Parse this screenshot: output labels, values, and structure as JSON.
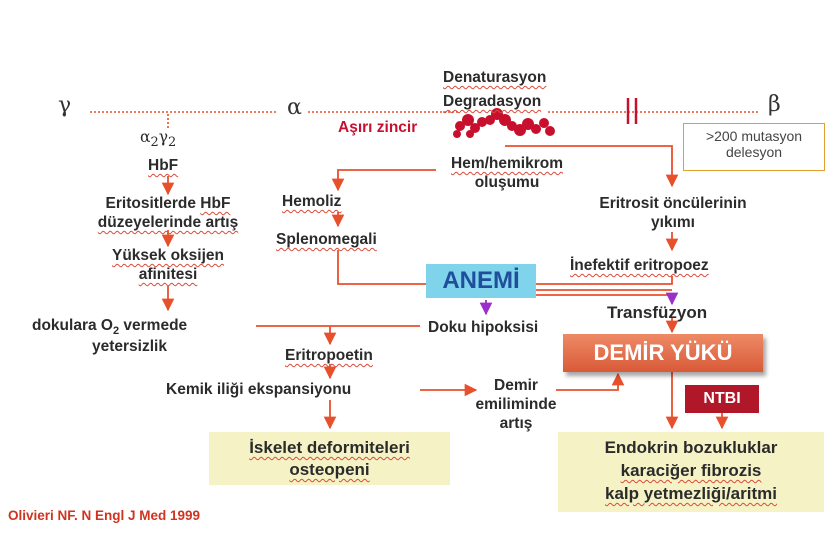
{
  "greek": {
    "gamma": "γ",
    "alpha": "α",
    "beta": "β"
  },
  "labels": {
    "denaturasyon": "Denaturasyon",
    "degradasyon": "Degradasyon",
    "asiri_zincir": "Aşırı zincir",
    "a2g2_a": "α",
    "a2g2_sub1": "2",
    "a2g2_g": "γ",
    "a2g2_sub2": "2",
    "hbf": "HbF",
    "hem_hemikrom": "Hem/hemikrom",
    "olusumu": "oluşumu",
    "mutasyon_1": ">200 mutasyon",
    "mutasyon_2": "delesyon",
    "eritrosit_hbf_1": "Eritositlerde HbF",
    "eritrosit_hbf_2": "düzeyelerinde artış",
    "yuksek_1": "Yüksek oksijen",
    "yuksek_2": "afinitesi",
    "hemoliz": "Hemoliz",
    "splenomegali": "Splenomegali",
    "eritrosit_oncu_1": "Eritrosit öncülerinin",
    "eritrosit_oncu_2": "yıkımı",
    "inefektif": "İnefektif eritropoez",
    "anemi": "ANEMİ",
    "transfuzyon": "Transfüzyon",
    "dokulara_1a": "dokulara O",
    "dokulara_sub": "2",
    "dokulara_1b": " vermede",
    "dokulara_2": "yetersizlik",
    "doku_hipoksisi": "Doku hipoksisi",
    "demir_yuku": "DEMİR YÜKÜ",
    "eritropoetin": "Eritropoetin",
    "kemik": "Kemik iliği  ekspansiyonu",
    "demir_emilim_1": "Demir",
    "demir_emilim_2": "emiliminde",
    "demir_emilim_3": "artış",
    "ntbi": "NTBI",
    "iskelet_1": "İskelet deformiteleri",
    "iskelet_2": "osteopeni",
    "endo_1": "Endokrin bozukluklar",
    "endo_2": "karaciğer fibrozis",
    "endo_3": "kalp yetmezliği/aritmi",
    "citation": "Olivieri  NF. N Engl J Med 1999"
  },
  "colors": {
    "arrow": "#e8502c",
    "accent_arrow": "#9b2fc9",
    "red_chain": "#c8102e",
    "anemi_box": "#7fd3ea",
    "demir_box": "#e8734f",
    "ntbi_box": "#b0182a",
    "outcome_box": "#f5f3c6"
  },
  "icons": {
    "red_cell_chain": "red-cell-chain-icon"
  }
}
